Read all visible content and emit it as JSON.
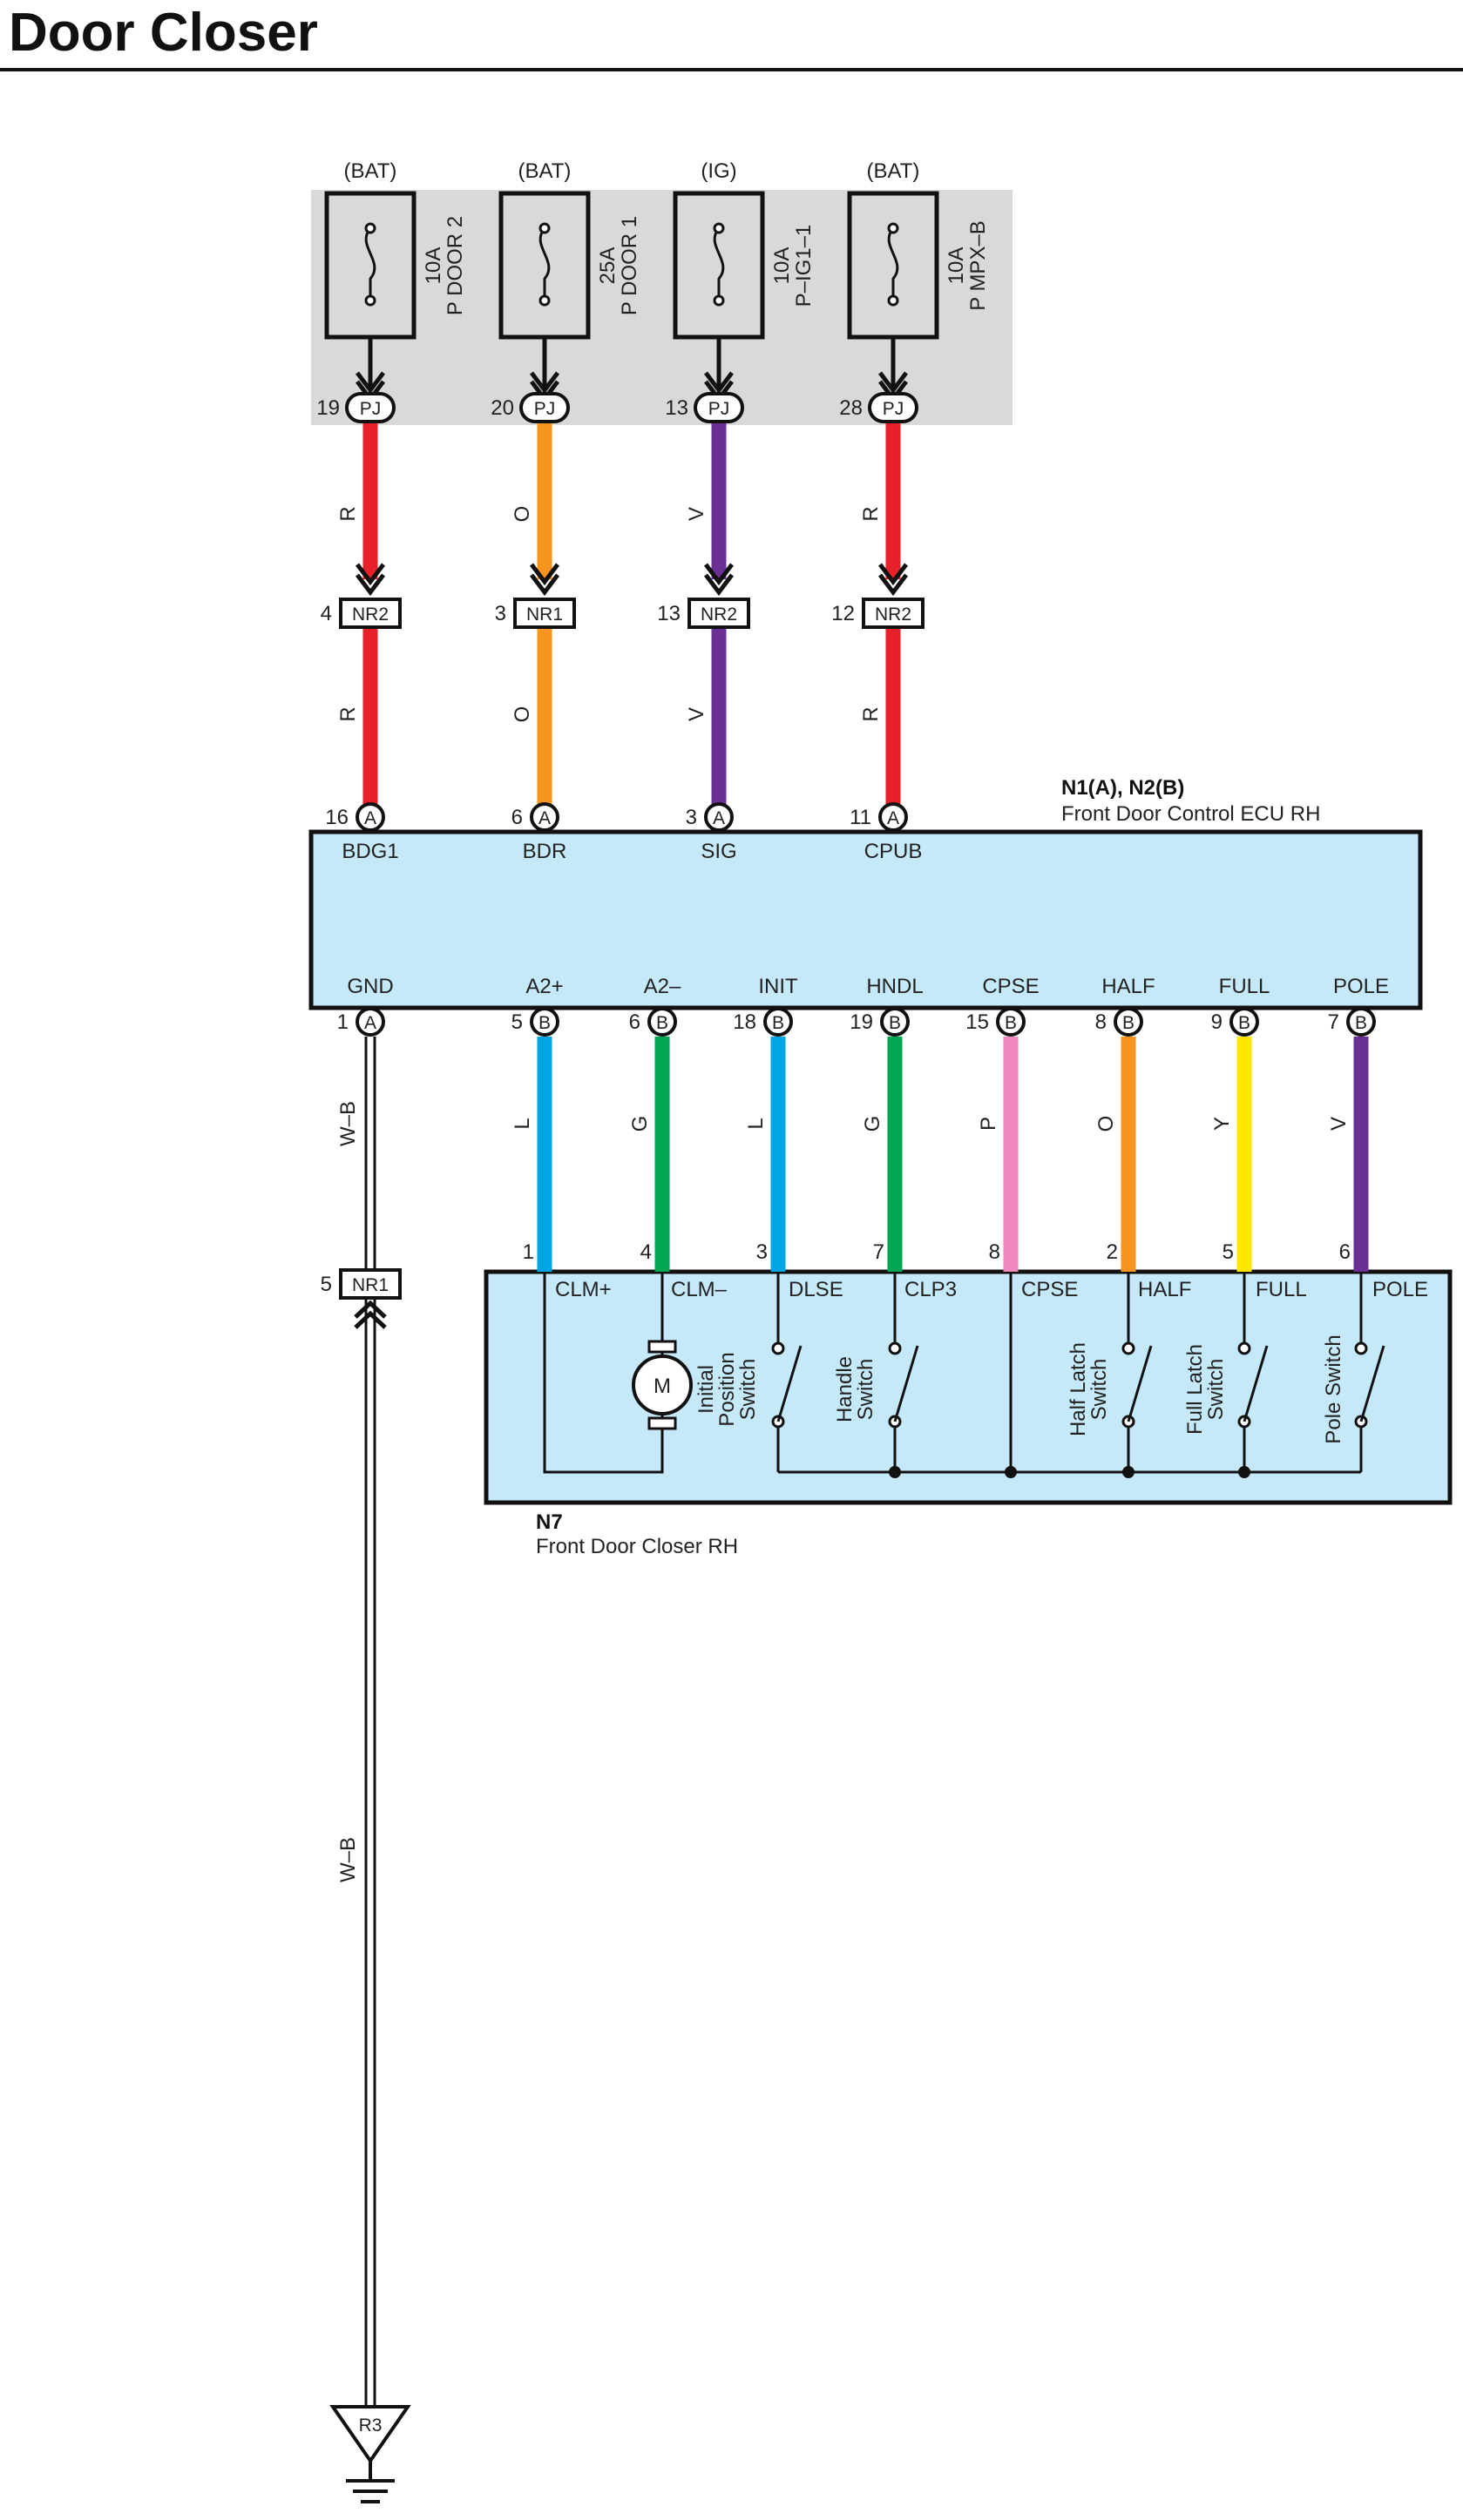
{
  "title": "Door Closer",
  "colors": {
    "fuse_bg": "#d9d9d9",
    "ecu_bg": "#c6e9f9",
    "R": "#e8202a",
    "O": "#f7941d",
    "V": "#6a3093",
    "L": "#00a5e3",
    "G": "#00a651",
    "P": "#ee87bd",
    "Y": "#ffe600"
  },
  "fuses": [
    {
      "source": "(BAT)",
      "rating": "10A",
      "name": "P DOOR 2",
      "pj_pin": "19",
      "pj": "PJ",
      "wire": "R",
      "nr_pin": "4",
      "nr": "NR2",
      "ecu_pin": "16",
      "ecu_conn": "A",
      "ecu_term": "BDG1"
    },
    {
      "source": "(BAT)",
      "rating": "25A",
      "name": "P DOOR 1",
      "pj_pin": "20",
      "pj": "PJ",
      "wire": "O",
      "nr_pin": "3",
      "nr": "NR1",
      "ecu_pin": "6",
      "ecu_conn": "A",
      "ecu_term": "BDR"
    },
    {
      "source": "(IG)",
      "rating": "10A",
      "name": "P–IG1–1",
      "pj_pin": "13",
      "pj": "PJ",
      "wire": "V",
      "nr_pin": "13",
      "nr": "NR2",
      "ecu_pin": "3",
      "ecu_conn": "A",
      "ecu_term": "SIG"
    },
    {
      "source": "(BAT)",
      "rating": "10A",
      "name": "P MPX–B",
      "pj_pin": "28",
      "pj": "PJ",
      "wire": "R",
      "nr_pin": "12",
      "nr": "NR2",
      "ecu_pin": "11",
      "ecu_conn": "A",
      "ecu_term": "CPUB"
    }
  ],
  "ecu": {
    "id": "N1(A), N2(B)",
    "name": "Front Door Control ECU RH"
  },
  "ground": {
    "term": "GND",
    "pin": "1",
    "conn": "A",
    "wire": "W–B",
    "nr_pin": "5",
    "nr": "NR1",
    "gnd": "R3"
  },
  "outputs": [
    {
      "term": "A2+",
      "pin": "5",
      "conn": "B",
      "wire": "L",
      "closer_pin": "1",
      "closer_term": "CLM+"
    },
    {
      "term": "A2–",
      "pin": "6",
      "conn": "B",
      "wire": "G",
      "closer_pin": "4",
      "closer_term": "CLM–"
    },
    {
      "term": "INIT",
      "pin": "18",
      "conn": "B",
      "wire": "L",
      "closer_pin": "3",
      "closer_term": "DLSE"
    },
    {
      "term": "HNDL",
      "pin": "19",
      "conn": "B",
      "wire": "G",
      "closer_pin": "7",
      "closer_term": "CLP3"
    },
    {
      "term": "CPSE",
      "pin": "15",
      "conn": "B",
      "wire": "P",
      "closer_pin": "8",
      "closer_term": "CPSE"
    },
    {
      "term": "HALF",
      "pin": "8",
      "conn": "B",
      "wire": "O",
      "closer_pin": "2",
      "closer_term": "HALF"
    },
    {
      "term": "FULL",
      "pin": "9",
      "conn": "B",
      "wire": "Y",
      "closer_pin": "5",
      "closer_term": "FULL"
    },
    {
      "term": "POLE",
      "pin": "7",
      "conn": "B",
      "wire": "V",
      "closer_pin": "6",
      "closer_term": "POLE"
    }
  ],
  "closer": {
    "id": "N7",
    "name": "Front Door Closer RH",
    "motor": "M",
    "switches": {
      "initial": [
        "Initial",
        "Position",
        "Switch"
      ],
      "handle": [
        "Handle",
        "Switch"
      ],
      "half": [
        "Half Latch",
        "Switch"
      ],
      "full": [
        "Full Latch",
        "Switch"
      ],
      "pole": [
        "Pole Switch"
      ]
    }
  }
}
